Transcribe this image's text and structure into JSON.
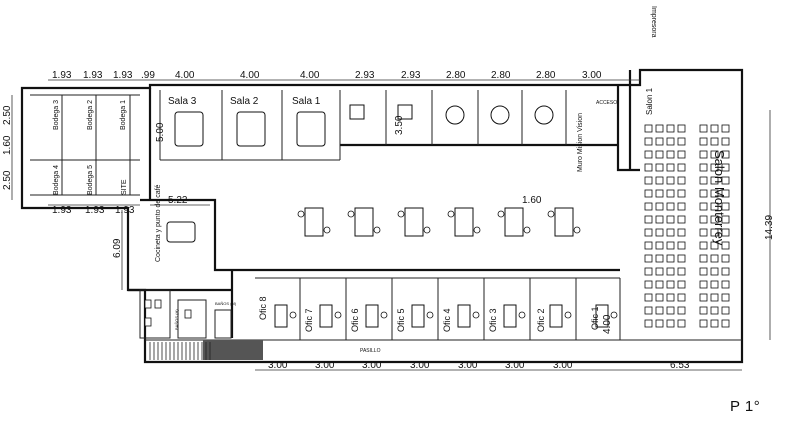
{
  "floor_label": "P 1°",
  "rooms": {
    "sala3": "Sala 3",
    "sala2": "Sala 2",
    "sala1": "Sala 1",
    "salon": "Salon Monterrey",
    "salon1": "Salon 1",
    "bodega1": "Bodega 1",
    "bodega2": "Bodega 2",
    "bodega3": "Bodega 3",
    "bodega4": "Bodega 4",
    "bodega5": "Bodega 5",
    "site": "SITE",
    "cocineta": "Cocineta y punto de café",
    "muro": "Muro Mision Vision",
    "impresora": "Impresora",
    "acceso": "ACCESO",
    "pasillo": "PASILLO",
    "banos_h": "BAÑOS (H)",
    "banos_m": "BAÑOS (M)",
    "ofic": [
      "Ofic 8",
      "Ofic 7",
      "Ofic 6",
      "Ofic 5",
      "Ofic 4",
      "Ofic 3",
      "Ofic 2",
      "Ofic 1"
    ]
  },
  "dims": {
    "top": [
      "1.93",
      "1.93",
      "1.93",
      ".99",
      "4.00",
      "4.00",
      "4.00",
      "2.93",
      "2.93",
      "2.80",
      "2.80",
      "2.80",
      "3.00"
    ],
    "bottom": [
      "3.00",
      "3.00",
      "3.00",
      "3.00",
      "3.00",
      "3.00",
      "3.00",
      "6.53"
    ],
    "left_top": [
      "2.50",
      "1.60",
      "2.50"
    ],
    "left_mid": [
      "1.93",
      "1.93",
      "1.93"
    ],
    "cocineta_w": "5.22",
    "cocineta_h": "6.09",
    "sala_h": "5.00",
    "office_h": "3.50",
    "desk_w": "1.60",
    "salon_h": "14.39",
    "ofic_h": "4.00"
  }
}
